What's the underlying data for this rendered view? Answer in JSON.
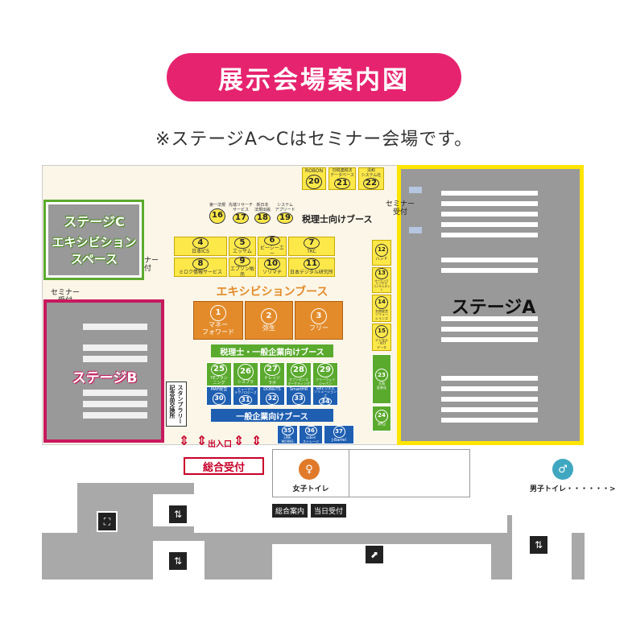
{
  "title": "展示会場案内図",
  "subtitle": "※ステージA〜Cはセミナー会場です。",
  "stages": {
    "a": "ステージA",
    "b": "ステージB",
    "c1": "ステージC",
    "c2": "エキシビション",
    "c3": "スペース"
  },
  "seminar_reception": {
    "text": "セミナー\n受付"
  },
  "zones": {
    "tax_accountant": "税理士向けブース",
    "exhibition": "エキシビションブース",
    "tax_general": "税理士・一般企業向けブース",
    "general": "一般企業向けブース"
  },
  "booths": {
    "b1": {
      "num": "1",
      "label": "マネー\nフォワード"
    },
    "b2": {
      "num": "2",
      "label": "弥生"
    },
    "b3": {
      "num": "3",
      "label": "フリー"
    },
    "b4": {
      "num": "4",
      "label": "日本ICS"
    },
    "b5": {
      "num": "5",
      "label": "エッサム"
    },
    "b6": {
      "num": "6",
      "label": "ビーシーエー"
    },
    "b7": {
      "num": "7",
      "label": "TKC"
    },
    "b8": {
      "num": "8",
      "label": "ミロク情報サービス"
    },
    "b9": {
      "num": "9",
      "label": "エプソン販売"
    },
    "b10": {
      "num": "10",
      "label": "ソリマチ"
    },
    "b11": {
      "num": "11",
      "label": "日本デジタル研究所"
    },
    "b12": {
      "num": "12",
      "label": "ハンド"
    },
    "b13": {
      "num": "13",
      "label": "オービック\nビジネス\nコンサルタント"
    },
    "b14": {
      "num": "14",
      "label": "名南経営\nソリュー\nションズ"
    },
    "b15": {
      "num": "15",
      "label": "デジタル\n・NTT\nデータ"
    },
    "b16": {
      "num": "16",
      "label": "第一法規"
    },
    "b17": {
      "num": "17",
      "label": "先端リサーチ\nサービス"
    },
    "b18": {
      "num": "18",
      "label": "新日本\n法規出版"
    },
    "b19": {
      "num": "19",
      "label": "システム\nアプリード"
    },
    "b20": {
      "num": "20",
      "label": "ROBON"
    },
    "b21": {
      "num": "21",
      "label": "日税連税法\nデータベース"
    },
    "b22": {
      "num": "22",
      "label": "清和\nシステム社"
    },
    "b23": {
      "num": "23",
      "label": "大和\n証券化"
    },
    "b24": {
      "num": "24",
      "label": "PFU"
    },
    "b25": {
      "num": "25",
      "label": "YEプラン\nニング"
    },
    "b26": {
      "num": "26",
      "label": "シスプラ"
    },
    "b27": {
      "num": "27",
      "label": "ナレッジ\nラボ"
    },
    "b28": {
      "num": "28",
      "label": "セブンセンス\nマーケティング"
    },
    "b29": {
      "num": "29",
      "label": "フリーウェイ\nジャパン"
    },
    "b30": {
      "num": "30",
      "label": "MAF経営"
    },
    "b31": {
      "num": "31",
      "label": "ヒューマン\nテクノロジーズ"
    },
    "b32": {
      "num": "32",
      "label": "DONUTS"
    },
    "b33": {
      "num": "33",
      "label": "SmartHR"
    },
    "b34": {
      "num": "34",
      "label": "SBIビジネス\nソリューションズ"
    },
    "b35": {
      "num": "35",
      "label": "LINE\nWORKS"
    },
    "b36": {
      "num": "36",
      "label": "subeli\nストレージ"
    },
    "b37": {
      "num": "37",
      "label": "J-Barrel"
    }
  },
  "stamp_rally": "スタンプラリー\n記念品交換所",
  "entrance": "出入口",
  "main_reception": "総合受付",
  "womens_toilet": "女子トイレ",
  "mens_toilet": "男子トイレ・・・・・・>",
  "info_desk": "総合案内",
  "same_day_reception": "当日受付",
  "colors": {
    "pink": "#e6236f",
    "yellow": "#ffe400",
    "green": "#5aaa2e",
    "magenta": "#c8195e",
    "orange": "#e38b2a",
    "blue": "#1f5fb2"
  },
  "icons": [
    "stairs-icon",
    "elevator-icon",
    "escalator-icon",
    "female-icon",
    "male-icon",
    "arrow-icon"
  ]
}
